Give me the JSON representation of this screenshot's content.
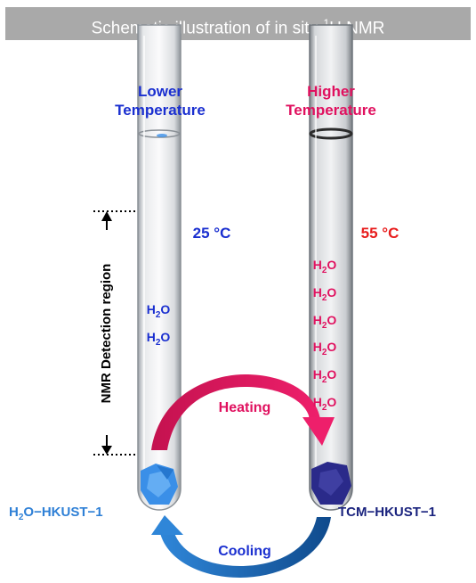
{
  "banner": {
    "title_pre": "Schematic illustration of in situ ",
    "title_sup": "1",
    "title_post": "H NMR"
  },
  "left_tube": {
    "label_line1": "Lower",
    "label_line2": "Temperature",
    "temperature": "25 °C",
    "molecule_count": 2,
    "sample": "H2O−HKUST−1",
    "color": "#1a2fd0"
  },
  "right_tube": {
    "label_line1": "Higher",
    "label_line2": "Temperature",
    "temperature": "55 °C",
    "molecule_count": 6,
    "sample": "TCM−HKUST−1",
    "color": "#e0115f"
  },
  "molecule": {
    "element1": "H",
    "subscript": "2",
    "element2": "O"
  },
  "detection_region": "NMR Detection region",
  "arrows": {
    "heating": "Heating",
    "cooling": "Cooling"
  },
  "colors": {
    "heating": "#e0115f",
    "cooling": "#1e5fa8",
    "left_crystal": "#3a8fe8",
    "right_crystal": "#2a2a8a",
    "temp_55": "#e81c1c",
    "sample_left": "#2f80d6",
    "sample_right": "#1a237e"
  }
}
